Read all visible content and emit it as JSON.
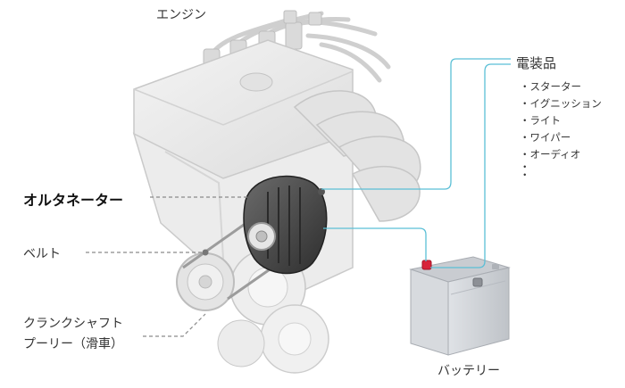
{
  "labels": {
    "engine": "エンジン",
    "alternator": "オルタネーター",
    "belt": "ベルト",
    "crank_line1": "クランクシャフト",
    "crank_line2": "プーリー（滑車）",
    "battery": "バッテリー",
    "electrical": "電装品"
  },
  "electrical_items": [
    "・スターター",
    "・イグニッション",
    "・ライト",
    "・ワイパー",
    "・オーディオ",
    "・",
    "・"
  ],
  "colors": {
    "wire_cyan": "#5bbfd6",
    "leader_gray": "#8a8a8a",
    "terminal_red": "#d8243a",
    "engine_body": "#e9e9e9",
    "alternator_dark": "#4a4a4a",
    "battery_body": "#d3d6da"
  }
}
